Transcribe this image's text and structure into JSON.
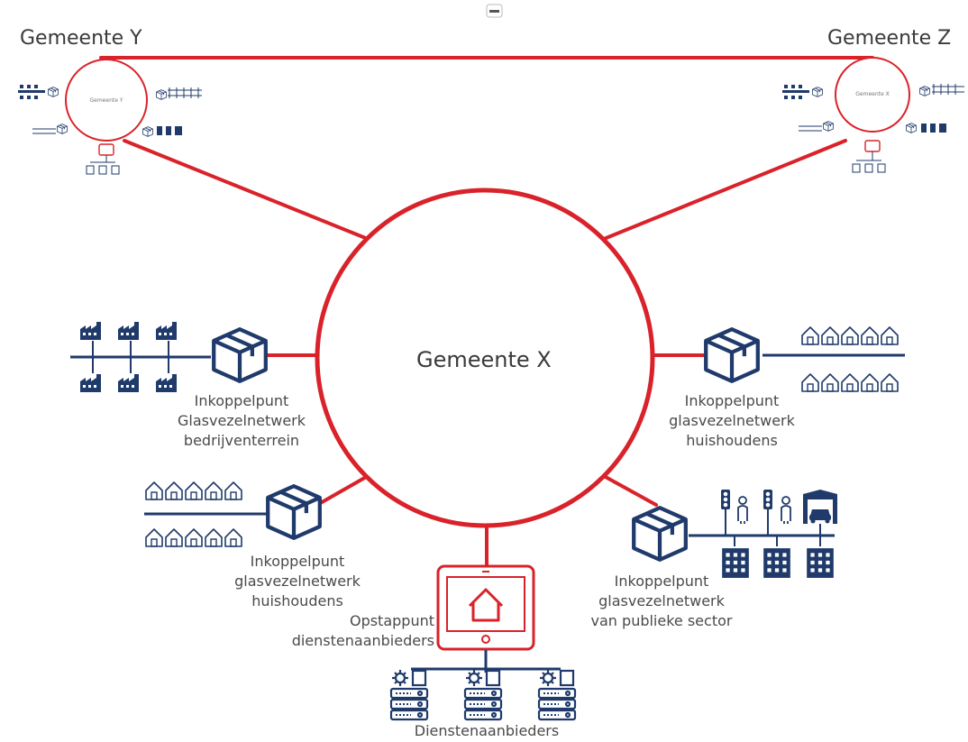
{
  "top_handle_icon": "minimize-icon",
  "colors": {
    "red": "#d9222a",
    "navy": "#1f3a6b",
    "text": "#4a4a4a"
  },
  "municipalities": {
    "y": {
      "label": "Gemeente Y",
      "ring_label": "Gemeente Y"
    },
    "z": {
      "label": "Gemeente Z",
      "ring_label": "Gemeente X"
    },
    "x": {
      "label": "Gemeente X"
    }
  },
  "nodes": {
    "business": {
      "line1": "Inkoppelpunt",
      "line2": "Glasvezelnetwerk",
      "line3": "bedrijventerrein",
      "icon": "factory-icon"
    },
    "households_right": {
      "line1": "Inkoppelpunt",
      "line2": "glasvezelnetwerk",
      "line3": "huishoudens",
      "icon": "house-icon"
    },
    "households_left": {
      "line1": "Inkoppelpunt",
      "line2": "glasvezelnetwerk",
      "line3": "huishoudens",
      "icon": "house-icon"
    },
    "public": {
      "line1": "Inkoppelpunt",
      "line2": "glasvezelnetwerk",
      "line3": "van publieke sector",
      "icon": "traffic-light-icon"
    },
    "entry": {
      "line1": "Opstappunt",
      "line2": "dienstenaanbieders",
      "icon": "tablet-home-icon"
    },
    "providers": {
      "label": "Dienstenaanbieders",
      "icon": "server-icon"
    }
  }
}
